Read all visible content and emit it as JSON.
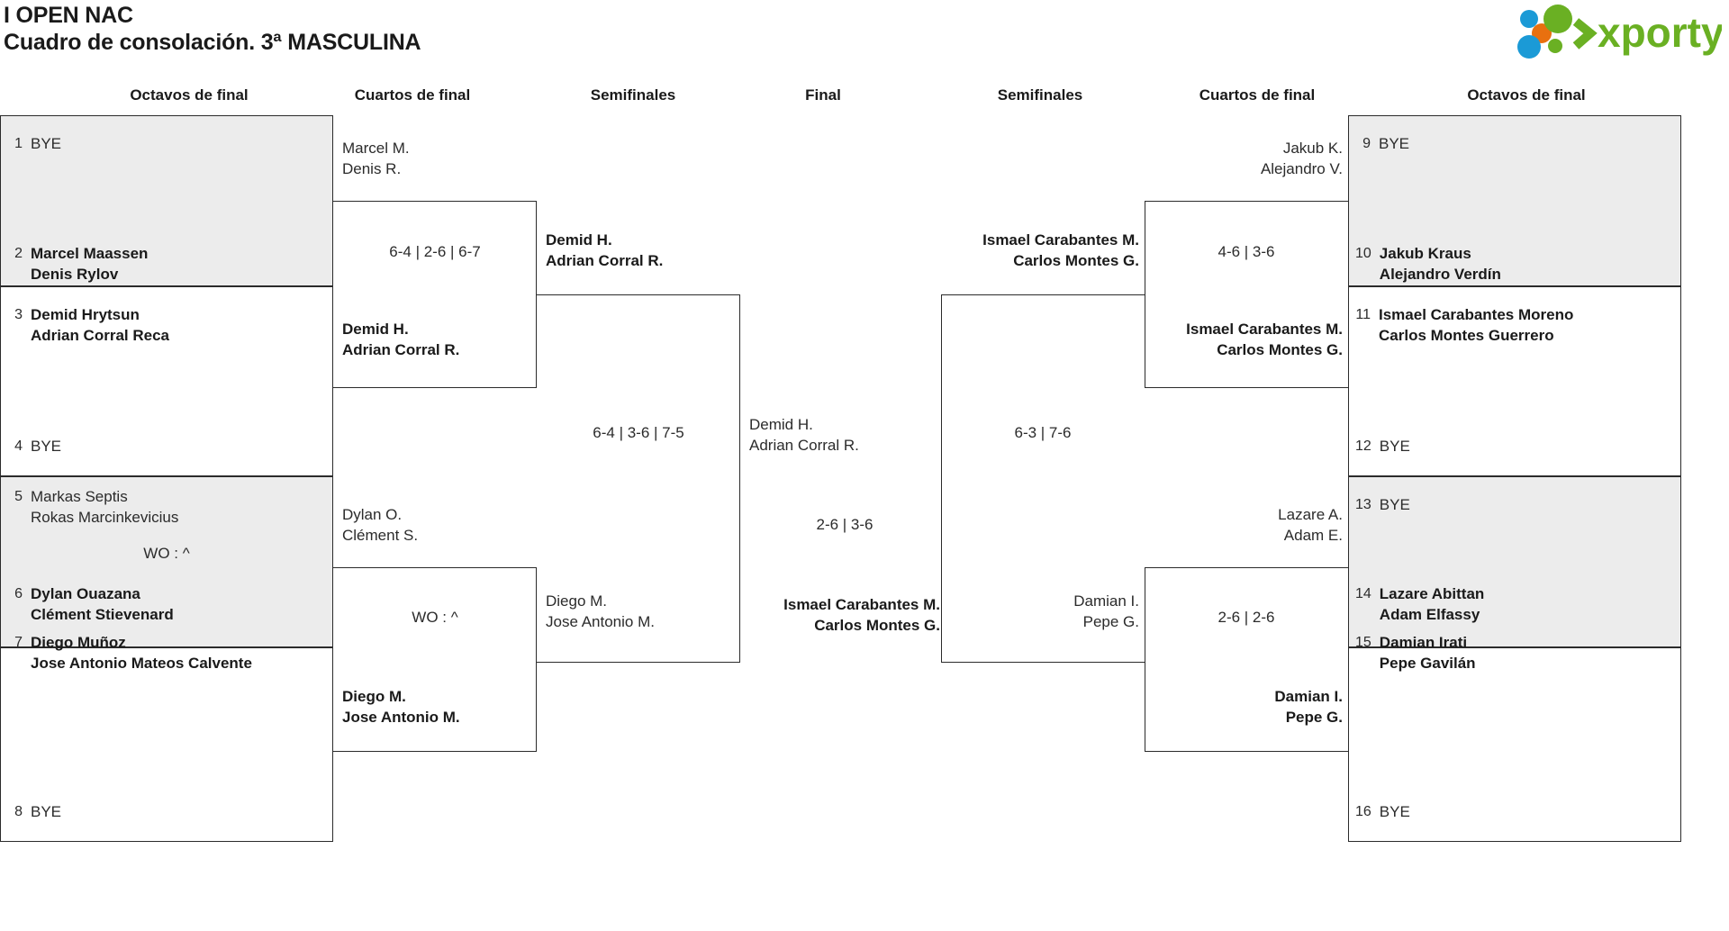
{
  "header": {
    "tournament": "I OPEN NAC",
    "subtitle": "Cuadro de consolación. 3ª MASCULINA",
    "logo_text": "xporty",
    "logo_colors": {
      "green": "#6ab023",
      "blue": "#1b9ad6",
      "orange": "#e8700f"
    }
  },
  "round_headers": {
    "left_octavos": "Octavos de final",
    "left_cuartos": "Cuartos de final",
    "left_semis": "Semifinales",
    "final": "Final",
    "right_semis": "Semifinales",
    "right_cuartos": "Cuartos de final",
    "right_octavos": "Octavos de final"
  },
  "colors": {
    "shaded_row": "#ececec",
    "line": "#2b2b2b",
    "text": "#1a1a1a"
  },
  "left_octavos": [
    {
      "seed": "1",
      "line1": "BYE",
      "line2": "",
      "winner": false,
      "shaded": true
    },
    {
      "seed": "2",
      "line1": "Marcel Maassen",
      "line2": "Denis Rylov",
      "winner": true,
      "shaded": true
    },
    {
      "seed": "3",
      "line1": "Demid Hrytsun",
      "line2": "Adrian Corral Reca",
      "winner": true,
      "shaded": false
    },
    {
      "seed": "4",
      "line1": "BYE",
      "line2": "",
      "winner": false,
      "shaded": false
    },
    {
      "seed": "5",
      "line1": "Markas Septis",
      "line2": "Rokas Marcinkevicius",
      "winner": false,
      "shaded": true
    },
    {
      "seed": "6",
      "line1": "Dylan Ouazana",
      "line2": "Clément Stievenard",
      "winner": true,
      "shaded": true
    },
    {
      "seed": "7",
      "line1": "Diego Muñoz",
      "line2": "Jose Antonio Mateos Calvente",
      "winner": true,
      "shaded": false
    },
    {
      "seed": "8",
      "line1": "BYE",
      "line2": "",
      "winner": false,
      "shaded": false
    }
  ],
  "right_octavos": [
    {
      "seed": "9",
      "line1": "BYE",
      "line2": "",
      "winner": false,
      "shaded": true
    },
    {
      "seed": "10",
      "line1": "Jakub Kraus",
      "line2": "Alejandro Verdín",
      "winner": true,
      "shaded": true
    },
    {
      "seed": "11",
      "line1": "Ismael Carabantes Moreno",
      "line2": "Carlos Montes Guerrero",
      "winner": true,
      "shaded": false
    },
    {
      "seed": "12",
      "line1": "BYE",
      "line2": "",
      "winner": false,
      "shaded": false
    },
    {
      "seed": "13",
      "line1": "BYE",
      "line2": "",
      "winner": false,
      "shaded": true
    },
    {
      "seed": "14",
      "line1": "Lazare Abittan",
      "line2": "Adam Elfassy",
      "winner": true,
      "shaded": true
    },
    {
      "seed": "15",
      "line1": "Damian Irati",
      "line2": "Pepe Gavilán",
      "winner": true,
      "shaded": false
    },
    {
      "seed": "16",
      "line1": "BYE",
      "line2": "",
      "winner": false,
      "shaded": false
    }
  ],
  "left_octavos_scores": {
    "match3": "WO : ^"
  },
  "left_cuartos": [
    {
      "line1": "Marcel M.",
      "line2": "Denis R.",
      "winner": false
    },
    {
      "line1": "Demid H.",
      "line2": "Adrian Corral R.",
      "winner": true
    },
    {
      "line1": "Dylan O.",
      "line2": "Clément S.",
      "winner": false
    },
    {
      "line1": "Diego M.",
      "line2": "Jose Antonio M.",
      "winner": true
    }
  ],
  "left_cuartos_scores": {
    "top": "6-4 | 2-6 | 6-7",
    "bottom": "WO : ^"
  },
  "left_semis": [
    {
      "line1": "Demid H.",
      "line2": "Adrian Corral R.",
      "winner": true
    },
    {
      "line1": "Diego M.",
      "line2": "Jose Antonio M.",
      "winner": false
    }
  ],
  "left_semis_scores": {
    "match": "6-4 | 3-6 | 7-5"
  },
  "final": [
    {
      "line1": "Demid H.",
      "line2": "Adrian Corral R.",
      "winner": false
    },
    {
      "line1": "Ismael Carabantes M.",
      "line2": "Carlos Montes G.",
      "winner": true
    }
  ],
  "final_scores": {
    "match": "2-6 | 3-6"
  },
  "right_semis": [
    {
      "line1": "Ismael Carabantes M.",
      "line2": "Carlos Montes G.",
      "winner": true
    },
    {
      "line1": "Damian I.",
      "line2": "Pepe G.",
      "winner": false
    }
  ],
  "right_semis_scores": {
    "match": "6-3 | 7-6"
  },
  "right_cuartos": [
    {
      "line1": "Jakub K.",
      "line2": "Alejandro V.",
      "winner": false
    },
    {
      "line1": "Ismael Carabantes M.",
      "line2": "Carlos Montes G.",
      "winner": true
    },
    {
      "line1": "Lazare A.",
      "line2": "Adam E.",
      "winner": false
    },
    {
      "line1": "Damian I.",
      "line2": "Pepe G.",
      "winner": true
    }
  ],
  "right_cuartos_scores": {
    "top": "4-6 | 3-6",
    "bottom": "2-6 | 2-6"
  }
}
